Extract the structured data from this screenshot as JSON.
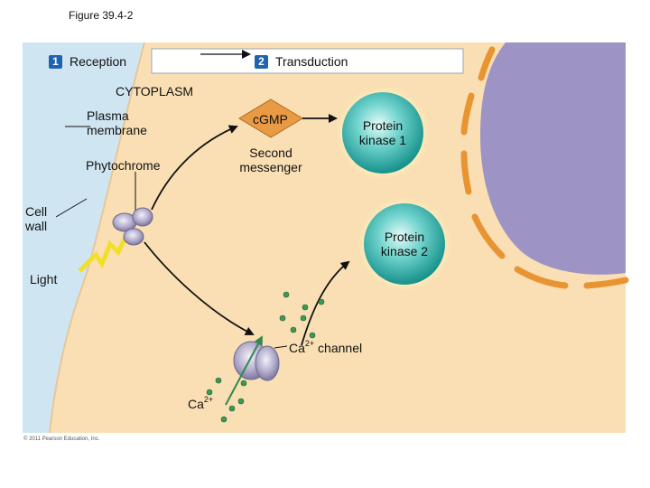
{
  "figure_label": "Figure 39.4-2",
  "steps": [
    {
      "number": "1",
      "label": "Reception"
    },
    {
      "number": "2",
      "label": "Transduction"
    }
  ],
  "labels": {
    "cytoplasm": "CYTOPLASM",
    "plasma_membrane_1": "Plasma",
    "plasma_membrane_2": "membrane",
    "phytochrome": "Phytochrome",
    "cell_wall_1": "Cell",
    "cell_wall_2": "wall",
    "light": "Light",
    "cgmp": "cGMP",
    "second_messenger_1": "Second",
    "second_messenger_2": "messenger",
    "protein_kinase_1_line1": "Protein",
    "protein_kinase_1_line2": "kinase 1",
    "protein_kinase_2_line1": "Protein",
    "protein_kinase_2_line2": "kinase 2",
    "ca_channel_ion": "Ca",
    "ca_channel_charge": "2+",
    "ca_channel_suffix": " channel",
    "ca_ion": "Ca",
    "ca_ion_charge": "2+"
  },
  "copyright": "© 2011 Pearson Education, Inc.",
  "colors": {
    "cytoplasm": "#f9dfb3",
    "cell_wall": "#cfe6f2",
    "nucleus": "#9d93c4",
    "kinase": "#2aa6a2",
    "cgmp": "#e89a45",
    "step_badge": "#1f63b0",
    "light_bolt": "#f2df2a",
    "calcium_dot": "#3a9a55"
  }
}
